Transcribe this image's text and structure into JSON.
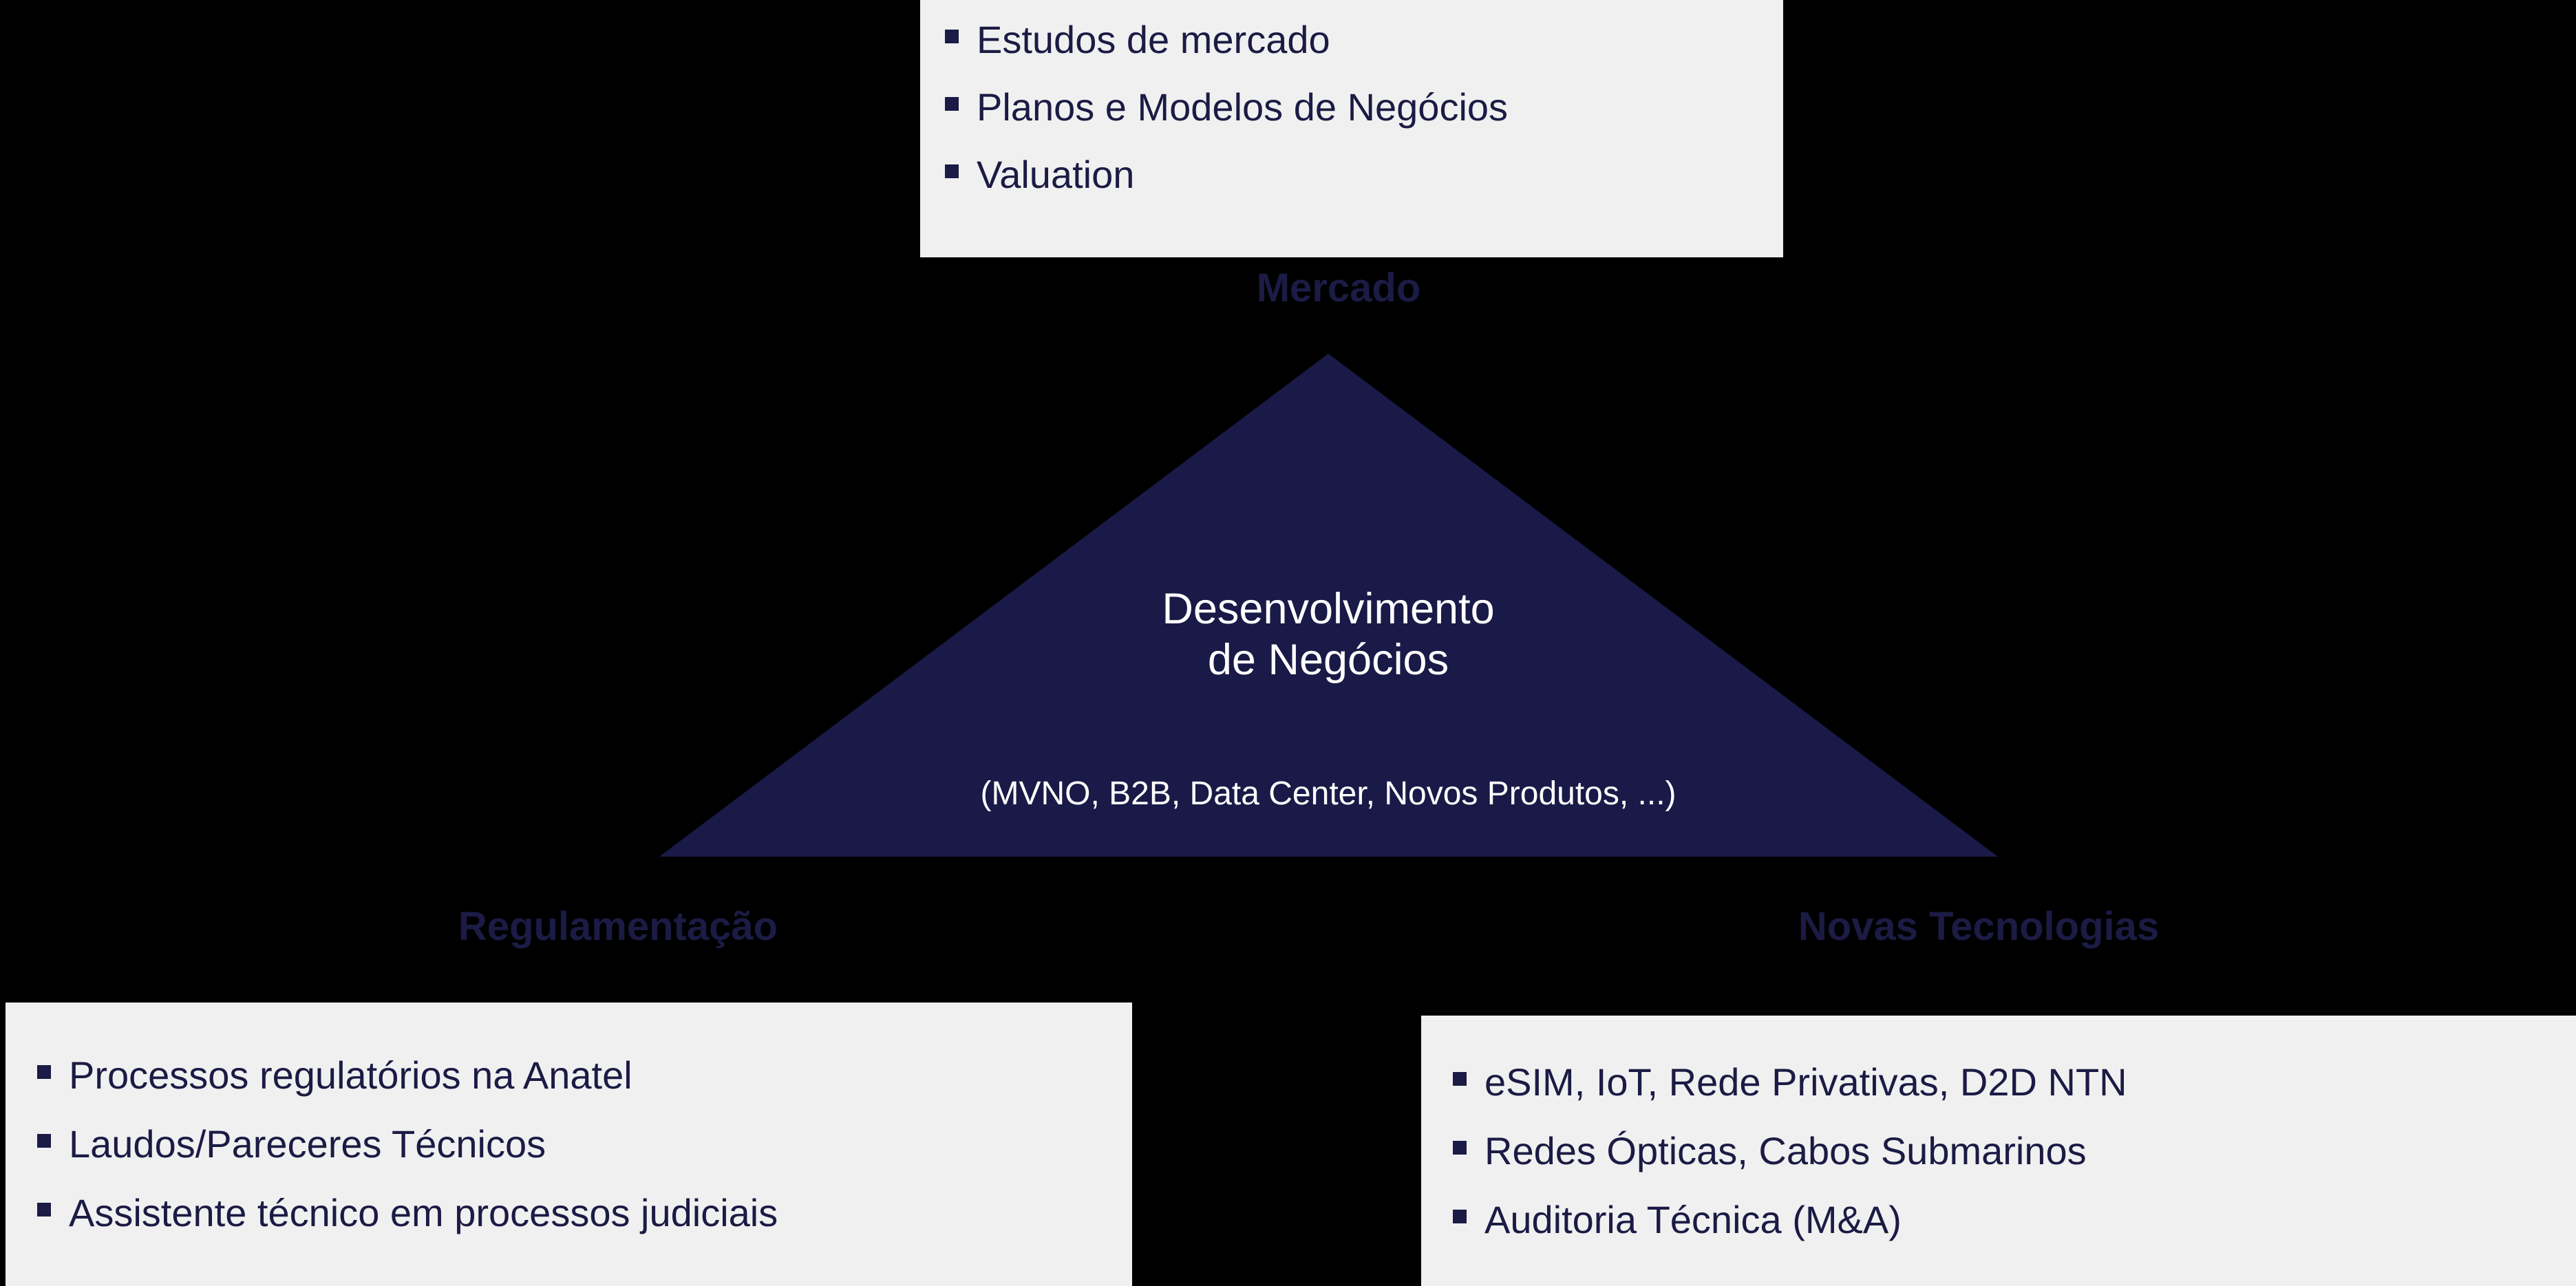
{
  "colors": {
    "background": "#000000",
    "box_background": "#f0f0f0",
    "triangle_fill": "#191a47",
    "accent_text": "#1b1b45",
    "triangle_text": "#ffffff"
  },
  "center": {
    "title_line_1": "Desenvolvimento",
    "title_line_2": "de Negócios",
    "subtitle": "(MVNO, B2B, Data Center, Novos Produtos, ...)"
  },
  "vertices": {
    "top": "Mercado",
    "bottom_left": "Regulamentação",
    "bottom_right": "Novas Tecnologias"
  },
  "boxes": {
    "mercado": {
      "items": [
        "Estudos de mercado",
        "Planos e Modelos de Negócios",
        "Valuation"
      ]
    },
    "regulamentacao": {
      "items": [
        "Processos regulatórios na Anatel",
        "Laudos/Pareceres Técnicos",
        "Assistente técnico em processos judiciais"
      ]
    },
    "tecnologias": {
      "items": [
        "eSIM, IoT, Rede Privativas, D2D NTN",
        "Redes Ópticas, Cabos Submarinos",
        "Auditoria Técnica (M&A)"
      ]
    }
  }
}
